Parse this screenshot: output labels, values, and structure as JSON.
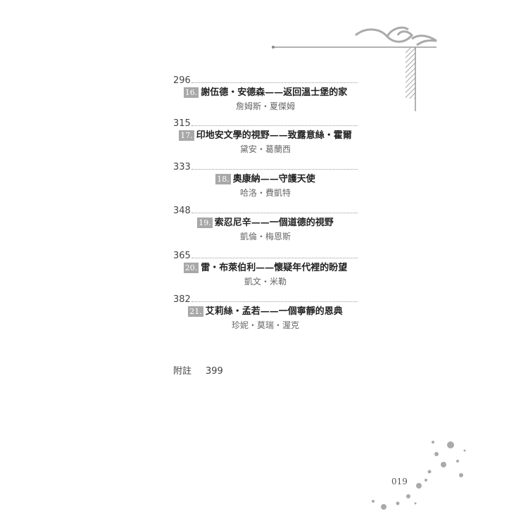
{
  "entries": [
    {
      "page": "296",
      "number": "16.",
      "title": "謝伍德・安德森——返回溫士堡的家",
      "author": "詹姆斯・夏傑姆"
    },
    {
      "page": "315",
      "number": "17.",
      "title": "印地安文學的視野——致露意絲・霍爾",
      "author": "黛安・葛蘭西"
    },
    {
      "page": "333",
      "number": "18.",
      "title": "奧康納——守護天使",
      "author": "哈洛・費凱特"
    },
    {
      "page": "348",
      "number": "19.",
      "title": "索忍尼辛——一個道德的視野",
      "author": "凱倫・梅恩斯"
    },
    {
      "page": "365",
      "number": "20.",
      "title": "雷・布萊伯利——懷疑年代裡的盼望",
      "author": "凱文・米勒"
    },
    {
      "page": "382",
      "number": "21.",
      "title": "艾莉絲・孟若——一個寧靜的恩典",
      "author": "珍妮・莫瑞・渥克"
    }
  ],
  "notes": {
    "label": "附註",
    "page": "399"
  },
  "folio": "019"
}
